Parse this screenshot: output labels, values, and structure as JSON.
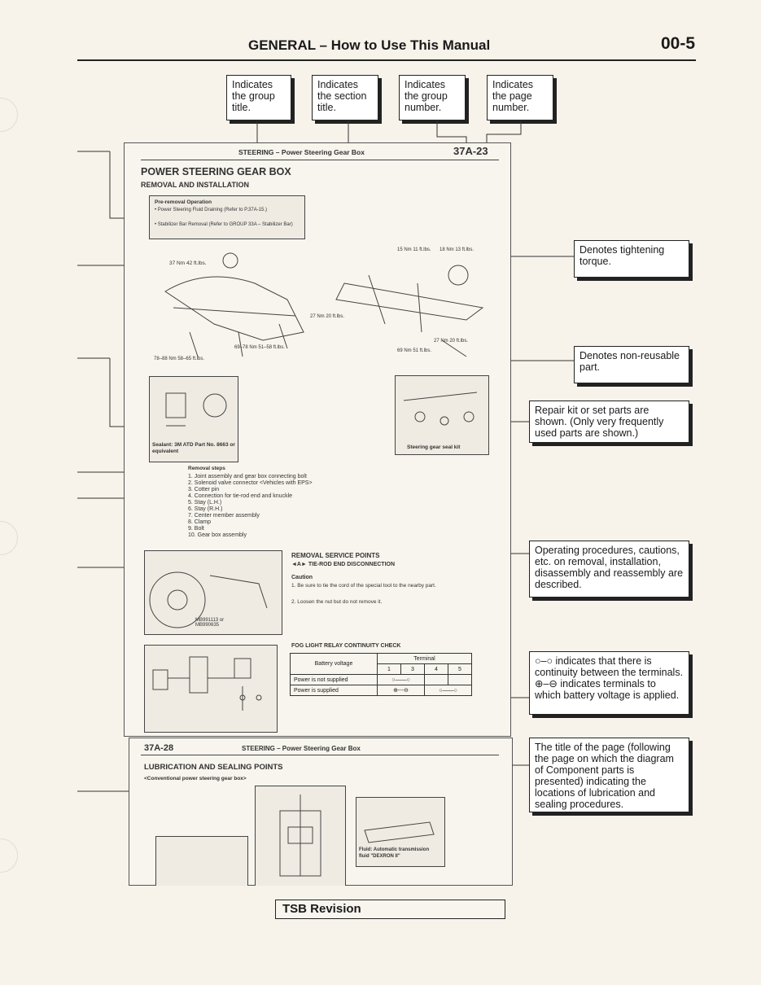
{
  "header": {
    "title": "GENERAL – How to Use This Manual",
    "page": "00-5"
  },
  "top_callouts": [
    "Indicates the group title.",
    "Indicates the section title.",
    "Indicates the group number.",
    "Indicates the page number."
  ],
  "right_callouts": {
    "torque": "Denotes tightening torque.",
    "nonreusable": "Denotes non-reusable part.",
    "repairkit": "Repair kit or set parts are shown. (Only very frequently used parts are shown.)",
    "procedures": "Operating procedures, cautions, etc. on removal, installation, disassembly and reassembly are described.",
    "continuity_a": "indicates that there is continuity between the terminals.",
    "continuity_b": "indicates terminals to which battery voltage is applied.",
    "pagetitle": "The title of the page (following the page on which the diagram of Component parts is presented) indicating the locations of lubrication and sealing procedures."
  },
  "sample1": {
    "header": "STEERING – Power Steering Gear Box",
    "page": "37A-23",
    "title": "POWER STEERING GEAR BOX",
    "subtitle": "REMOVAL AND INSTALLATION",
    "pre_title": "Pre-removal Operation",
    "pre_items": [
      "• Power Steering Fluid Draining (Refer to P.37A-15.)",
      "• Stabilizer Bar Removal (Refer to GROUP 33A – Stabilizer Bar)"
    ],
    "torques": [
      "37 Nm 42 ft.lbs.",
      "15 Nm 11 ft.lbs.",
      "18 Nm 13 ft.lbs.",
      "27 Nm 20 ft.lbs.",
      "27 Nm 20 ft.lbs.",
      "69 Nm 51 ft.lbs.",
      "69–78 Nm 51–58 ft.lbs.",
      "78–88 Nm 58–65 ft.lbs."
    ],
    "sealant": "Sealant: 3M ATD Part No. 8663 or equivalent",
    "seal_kit": "Steering gear seal kit",
    "removal_title": "Removal steps",
    "removal_steps": [
      "1. Joint assembly and gear box connecting bolt",
      "2. Solenoid valve connector <Vehicles with EPS>",
      "3. Cotter pin",
      "4. Connection for tie-rod end and knuckle",
      "5. Stay (L.H.)",
      "6. Stay (R.H.)",
      "7. Center member assembly",
      "8. Clamp",
      "9. Bolt",
      "10. Gear box assembly"
    ],
    "rsp_title": "REMOVAL SERVICE POINTS",
    "rsp_sub": "◄A► TIE-ROD END DISCONNECTION",
    "caution_title": "Caution",
    "cautions": [
      "1. Be sure to tie the cord of the special tool to the nearby part.",
      "2. Loosen the nut but do not remove it."
    ],
    "tool": "MB991113 or MB990635",
    "fog_title": "FOG LIGHT RELAY CONTINUITY CHECK",
    "table": {
      "battery_header": "Battery voltage",
      "terminal_header": "Terminal",
      "terminals": [
        "1",
        "3",
        "4",
        "5"
      ],
      "rows": [
        "Power is not supplied",
        "Power is supplied"
      ]
    }
  },
  "sample2": {
    "page": "37A-28",
    "header": "STEERING – Power Steering Gear Box",
    "title": "LUBRICATION AND SEALING POINTS",
    "subtitle": "<Conventional power steering gear box>",
    "fluid": "Fluid: Automatic transmission fluid \"DEXRON II\""
  },
  "footer": {
    "tsb": "TSB Revision"
  }
}
